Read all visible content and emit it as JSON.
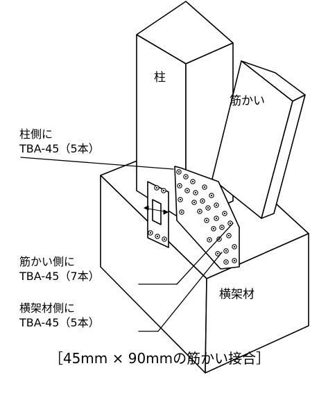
{
  "labels": {
    "post": "柱",
    "brace": "筋かい",
    "beam": "横架材"
  },
  "callouts": [
    {
      "line1": "柱側に",
      "line2": "TBA-45（5本）"
    },
    {
      "line1": "筋かい側に",
      "line2": "TBA-45（7本）"
    },
    {
      "line1": "横架材側に",
      "line2": "TBA-45（5本）"
    }
  ],
  "caption": "［45mm × 90mmの筋かい接合］"
}
